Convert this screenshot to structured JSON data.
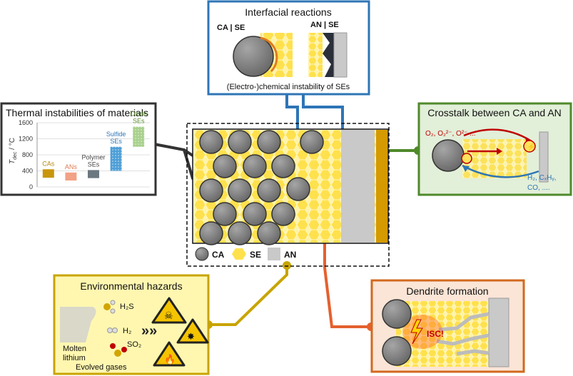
{
  "interfacial": {
    "title": "Interfacial reactions",
    "ca_se": "CA | SE",
    "an_se": "AN | SE",
    "caption": "(Electro-)chemical instability of SEs"
  },
  "thermal": {
    "title": "Thermal instabilities of materials",
    "y_axis_label": "T",
    "y_axis_sub": "dec",
    "y_axis_unit": " / °C"
  },
  "chart_data": {
    "type": "bar",
    "title": "Thermal instabilities of materials",
    "xlabel": "",
    "ylabel": "T_dec / °C",
    "ylim": [
      0,
      1600
    ],
    "yticks": [
      0,
      400,
      800,
      1200,
      1600
    ],
    "grid": true,
    "series_ranges": [
      {
        "label": "CAs",
        "low": 230,
        "high": 440,
        "color": "#c8960a"
      },
      {
        "label": "ANs",
        "low": 160,
        "high": 360,
        "color": "#f2a285"
      },
      {
        "label": "Polymer SEs",
        "low": 220,
        "high": 420,
        "color": "#6c7880"
      },
      {
        "label": "Sulfide SEs",
        "low": 400,
        "high": 1000,
        "color": "#4f9fd7"
      },
      {
        "label": "Oxide SEs",
        "low": 1000,
        "high": 1500,
        "color": "#7fb24b"
      }
    ]
  },
  "crosstalk": {
    "title": "Crosstalk between CA and AN",
    "o_species": "O₂, O₂²⁻, O²⁻ ...",
    "gases_line1": "H₂, CₓHᵧ,",
    "gases_line2": "CO, ...."
  },
  "cell": {
    "legend_ca": "CA",
    "legend_se": "SE",
    "legend_an": "AN"
  },
  "environmental": {
    "title": "Environmental hazards",
    "h2s": "H₂S",
    "h2": "H₂",
    "so2": "SO₂",
    "molten_1": "Molten",
    "molten_2": "lithium",
    "evolved": "Evolved gases",
    "chevrons": "»»"
  },
  "dendrite": {
    "title": "Dendrite formation",
    "isc": "ISC!"
  },
  "colors": {
    "interfacial": "#2e75b6",
    "thermal": "#333333",
    "crosstalk": "#4f8a2b",
    "environmental": "#c8a400",
    "dendrite": "#d2691e",
    "se_yellow": "#ffe35a",
    "ca_gray": "#7f7f7f",
    "an_gray": "#c9c9c9"
  }
}
